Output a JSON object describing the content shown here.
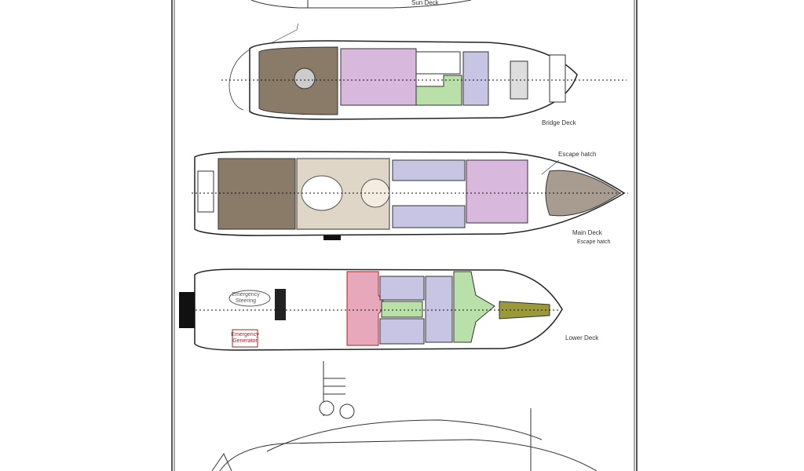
{
  "document": {
    "decks": [
      {
        "name": "Sun Deck"
      },
      {
        "name": "Bridge Deck"
      },
      {
        "name": "Main Deck",
        "annotations": [
          "Escape hatch",
          "Escape hatch"
        ]
      },
      {
        "name": "Lower Deck",
        "annotations": [
          "Emergency Steering",
          "Emergency Generator"
        ]
      }
    ],
    "colors": {
      "teak": "#8a7a68",
      "salon": "#d8b8dc",
      "guest": "#c8c4e4",
      "crew": "#b8e0a8",
      "master": "#e8a8bc",
      "engine": "#9a9a3a",
      "foredeck": "#a89c90"
    }
  }
}
